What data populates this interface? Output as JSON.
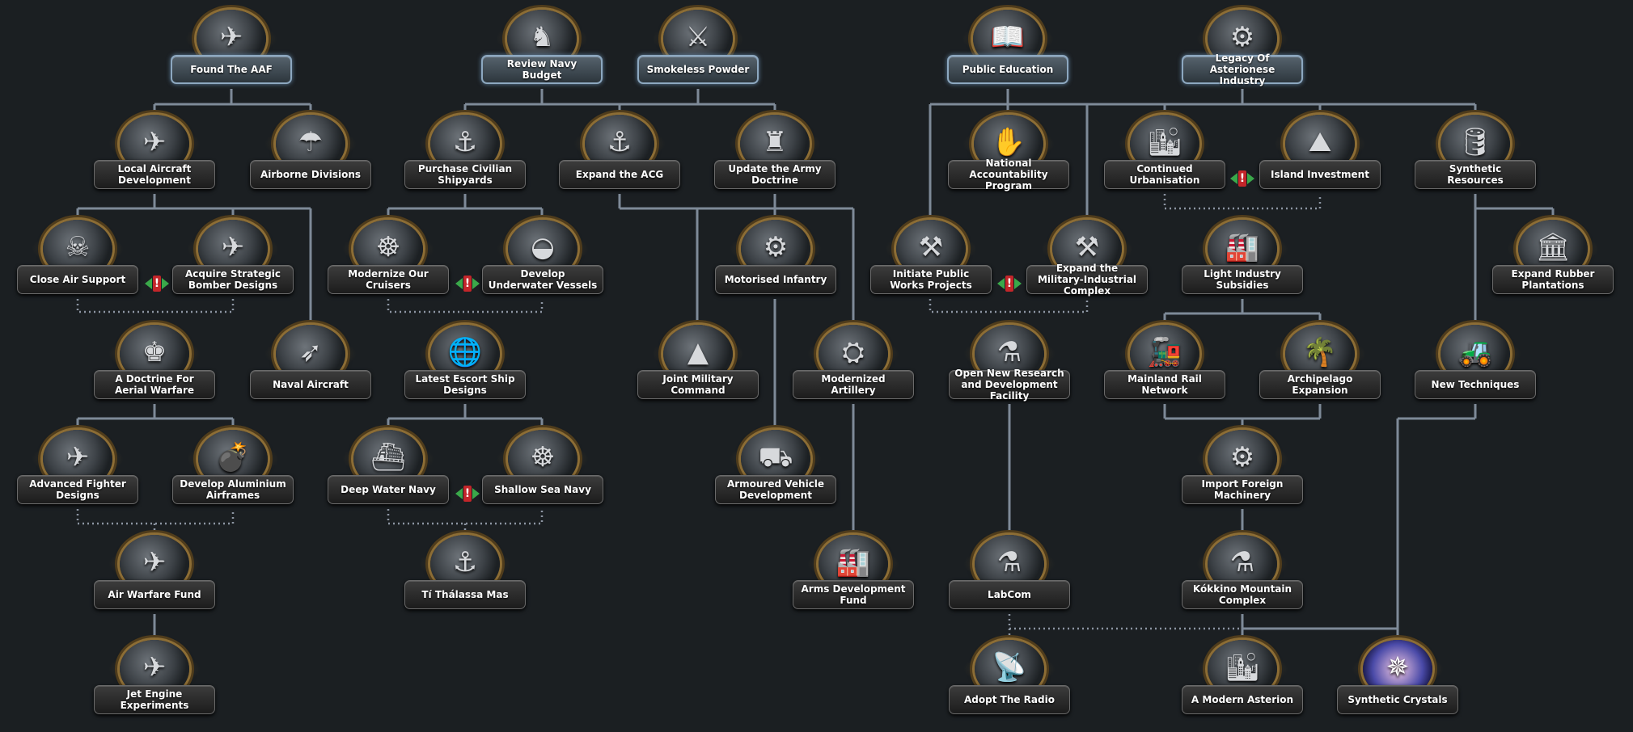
{
  "foci": [
    {
      "key": "aaf",
      "label": "Found The AAF",
      "icon": "winged-shield-icon",
      "glyph": "✈"
    },
    {
      "key": "navy_budget",
      "label": "Review Navy Budget",
      "icon": "chess-pieces-icon",
      "glyph": "♞"
    },
    {
      "key": "smokeless",
      "label": "Smokeless Powder",
      "icon": "crossed-rifles-icon",
      "glyph": "⚔"
    },
    {
      "key": "public_edu",
      "label": "Public Education",
      "icon": "open-book-icon",
      "glyph": "📖"
    },
    {
      "key": "legacy",
      "label": "Legacy Of Asterionese Industry",
      "icon": "gear-icon",
      "glyph": "⚙"
    },
    {
      "key": "local_aircraft",
      "label": "Local Aircraft Development",
      "icon": "aircraft-icon",
      "glyph": "✈"
    },
    {
      "key": "airborne",
      "label": "Airborne Divisions",
      "icon": "parachute-icon",
      "glyph": "☂"
    },
    {
      "key": "civ_shipyards",
      "label": "Purchase Civilian Shipyards",
      "icon": "shipyard-icon",
      "glyph": "⚓"
    },
    {
      "key": "acg",
      "label": "Expand the ACG",
      "icon": "anchor-icon",
      "glyph": "⚓"
    },
    {
      "key": "army_doctrine",
      "label": "Update the Army Doctrine",
      "icon": "chess-knight-icon",
      "glyph": "♜"
    },
    {
      "key": "accountability",
      "label": "National Accountability Program",
      "icon": "handprint-icon",
      "glyph": "✋"
    },
    {
      "key": "urbanisation",
      "label": "Continued Urbanisation",
      "icon": "city-icon",
      "glyph": "🏙"
    },
    {
      "key": "island_inv",
      "label": "Island Investment",
      "icon": "island-icon",
      "glyph": "⛰"
    },
    {
      "key": "synth_res",
      "label": "Synthetic Resources",
      "icon": "oil-icon",
      "glyph": "🛢"
    },
    {
      "key": "cas",
      "label": "Close Air Support",
      "icon": "skull-icon",
      "glyph": "☠"
    },
    {
      "key": "strat_bomber",
      "label": "Acquire Strategic Bomber Designs",
      "icon": "bomber-icon",
      "glyph": "✈"
    },
    {
      "key": "cruisers",
      "label": "Modernize Our Cruisers",
      "icon": "ship-wheel-icon",
      "glyph": "☸"
    },
    {
      "key": "underwater",
      "label": "Develop Underwater Vessels",
      "icon": "submarine-icon",
      "glyph": "◒"
    },
    {
      "key": "mot_inf",
      "label": "Motorised Infantry",
      "icon": "tire-icon",
      "glyph": "⚙"
    },
    {
      "key": "public_works",
      "label": "Initiate Public Works Projects",
      "icon": "crossed-tools-icon",
      "glyph": "⚒"
    },
    {
      "key": "mil_ind",
      "label": "Expand the Military-Industrial Complex",
      "icon": "factory-tools-icon",
      "glyph": "⚒"
    },
    {
      "key": "light_ind",
      "label": "Light Industry Subsidies",
      "icon": "factory-icon",
      "glyph": "🏭"
    },
    {
      "key": "rubber",
      "label": "Expand Rubber Plantations",
      "icon": "plantation-icon",
      "glyph": "🏛"
    },
    {
      "key": "aerial_doc",
      "label": "A Doctrine For Aerial Warfare",
      "icon": "chess-king-wings-icon",
      "glyph": "♚"
    },
    {
      "key": "naval_air",
      "label": "Naval Aircraft",
      "icon": "torpedo-icon",
      "glyph": "➶"
    },
    {
      "key": "escort",
      "label": "Latest Escort Ship Designs",
      "icon": "globe-ship-icon",
      "glyph": "🌐"
    },
    {
      "key": "joint_cmd",
      "label": "Joint Military Command",
      "icon": "pyramid-icon",
      "glyph": "▲"
    },
    {
      "key": "mod_artillery",
      "label": "Modernized Artillery",
      "icon": "artillery-icon",
      "glyph": "⛭"
    },
    {
      "key": "research_fac",
      "label": "Open New Research and Development Facility",
      "icon": "flask-icon",
      "glyph": "⚗"
    },
    {
      "key": "rail",
      "label": "Mainland Rail Network",
      "icon": "rail-icon",
      "glyph": "🚂"
    },
    {
      "key": "archipelago",
      "label": "Archipelago Expansion",
      "icon": "palm-bulldozer-icon",
      "glyph": "🌴"
    },
    {
      "key": "new_tech",
      "label": "New Techniques",
      "icon": "bulldozer-icon",
      "glyph": "🚜"
    },
    {
      "key": "adv_fighter",
      "label": "Advanced Fighter Designs",
      "icon": "fighter-icon",
      "glyph": "✈"
    },
    {
      "key": "aluminium",
      "label": "Develop Aluminium Airframes",
      "icon": "bombs-icon",
      "glyph": "💣"
    },
    {
      "key": "deep_navy",
      "label": "Deep Water Navy",
      "icon": "battleship-icon",
      "glyph": "⛴"
    },
    {
      "key": "shallow_navy",
      "label": "Shallow Sea Navy",
      "icon": "helm-wheel-icon",
      "glyph": "☸"
    },
    {
      "key": "armoured",
      "label": "Armoured Vehicle Development",
      "icon": "tank-icon",
      "glyph": "⛟"
    },
    {
      "key": "import_mach",
      "label": "Import Foreign Machinery",
      "icon": "machinery-icon",
      "glyph": "⚙"
    },
    {
      "key": "aw_fund",
      "label": "Air Warfare Fund",
      "icon": "crossed-jets-icon",
      "glyph": "✈"
    },
    {
      "key": "thalassa",
      "label": "Tí Thálassa Mas",
      "icon": "anchor-crest-icon",
      "glyph": "⚓"
    },
    {
      "key": "arms_fund",
      "label": "Arms Development Fund",
      "icon": "arms-factory-icon",
      "glyph": "🏭"
    },
    {
      "key": "labcom",
      "label": "LabCom",
      "icon": "flask-gold-icon",
      "glyph": "⚗"
    },
    {
      "key": "kokkino",
      "label": "Kókkino Mountain Complex",
      "icon": "lab-flasks-icon",
      "glyph": "⚗"
    },
    {
      "key": "jet_engine",
      "label": "Jet Engine Experiments",
      "icon": "jet-icon",
      "glyph": "✈"
    },
    {
      "key": "radio",
      "label": "Adopt The Radio",
      "icon": "radio-tower-icon",
      "glyph": "📡"
    },
    {
      "key": "modern_ast",
      "label": "A Modern Asterion",
      "icon": "modern-city-icon",
      "glyph": "🏙"
    },
    {
      "key": "synth_crystals",
      "label": "Synthetic Crystals",
      "icon": "star-crystal-icon",
      "glyph": "✵"
    }
  ],
  "mutual_exclusive_marker": "!"
}
